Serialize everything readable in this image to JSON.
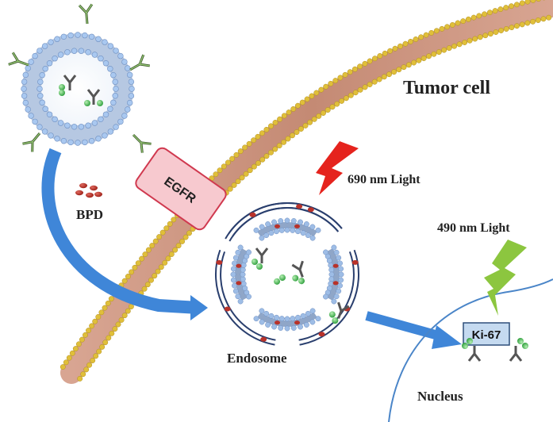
{
  "labels": {
    "tumor_cell": "Tumor cell",
    "egfr": "EGFR",
    "bpd": "BPD",
    "light_690": "690 nm Light",
    "light_490": "490 nm Light",
    "endosome": "Endosome",
    "ki67": "Ki-67",
    "nucleus": "Nucleus"
  },
  "colors": {
    "membrane_head": "#e0bf3a",
    "membrane_tail": "#c98f7b",
    "liposome_head": "#a9c8f0",
    "liposome_tail": "#8fa6c8",
    "egfr_fill": "#f7c9cf",
    "egfr_stroke": "#d0394f",
    "bpd": "#b8322a",
    "arrow_blue": "#3f86d8",
    "bolt_red": "#e5231d",
    "bolt_green": "#8cc63f",
    "ki67_fill": "#c5daf0",
    "nucleus_line": "#4a85c8",
    "endosome_ring": "#2a3f6e",
    "antibody_green": "#4dbf57"
  }
}
